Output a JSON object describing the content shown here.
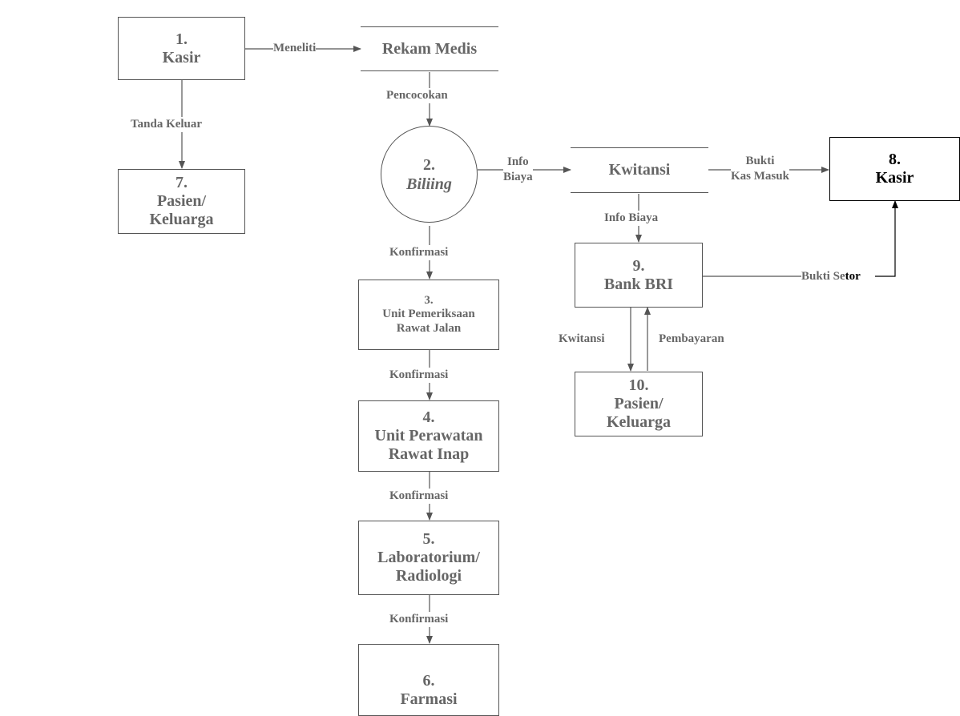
{
  "entities": {
    "kasir1": {
      "num": "1.",
      "name": "Kasir"
    },
    "pasien7": {
      "num": "7.",
      "name": "Pasien/",
      "name2": "Keluarga"
    },
    "unit3": {
      "num": "3.",
      "name": "Unit Pemeriksaan",
      "name2": "Rawat Jalan"
    },
    "unit4": {
      "num": "4.",
      "name": "Unit Perawatan",
      "name2": "Rawat Inap"
    },
    "lab5": {
      "num": "5.",
      "name": "Laboratorium/",
      "name2": "Radiologi"
    },
    "farmasi6": {
      "num": "6.",
      "name": "Farmasi"
    },
    "kasir8": {
      "num": "8.",
      "name": "Kasir"
    },
    "bank9": {
      "num": "9.",
      "name": "Bank BRI"
    },
    "pasien10": {
      "num": "10.",
      "name": "Pasien/",
      "name2": "Keluarga"
    }
  },
  "process": {
    "num": "2.",
    "name": "Biliing"
  },
  "stores": {
    "rekam_medis": "Rekam Medis",
    "kwitansi": "Kwitansi"
  },
  "flows": {
    "meneliti": "Meneliti",
    "pencocokan": "Pencocokan",
    "tanda_keluar": "Tanda Keluar",
    "info_biaya_1a": "Info",
    "info_biaya_1b": "Biaya",
    "bukti_kas_a": "Bukti",
    "bukti_kas_b": "Kas Masuk",
    "info_biaya_2": "Info Biaya",
    "konfirmasi_1": "Konfirmasi",
    "konfirmasi_2": "Konfirmasi",
    "konfirmasi_3": "Konfirmasi",
    "konfirmasi_4": "Konfirmasi",
    "bukti_setor_a": "Bukti Se",
    "bukti_setor_b": "tor",
    "kwitansi": "Kwitansi",
    "pembayaran": "Pembayaran"
  },
  "colors": {
    "line": "#555555",
    "text_gray": "#666666",
    "dark": "#000000"
  }
}
